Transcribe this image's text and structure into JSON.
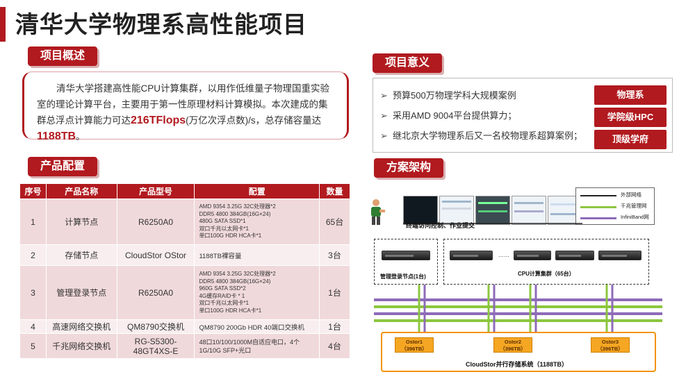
{
  "page": {
    "title": "清华大学物理系高性能项目"
  },
  "overview": {
    "tab": "项目概述",
    "text_before": "清华大学搭建高性能CPU计算集群，以用作低维量子物理国重实验室的理论计算平台，主要用于第一性原理材料计算模拟。本次建成的集群总浮点计算能力可达",
    "highlight_flops": "216TFlops",
    "text_middle": "(万亿次浮点数)/s，总存储容量达",
    "highlight_storage": "1188TB",
    "text_after": "。"
  },
  "meaning": {
    "tab": "项目意义",
    "arrow": "➢",
    "items": [
      "预算500万物理学科大规模案例",
      "采用AMD 9004平台提供算力；",
      "继北京大学物理系后又一名校物理系超算案例；"
    ],
    "tags": [
      "物理系",
      "学院级HPC",
      "顶级学府"
    ]
  },
  "product": {
    "tab": "产品配置",
    "headers": [
      "序号",
      "产品名称",
      "产品型号",
      "配置",
      "数量"
    ],
    "rows": [
      {
        "no": "1",
        "name": "计算节点",
        "model": "R6250A0",
        "config": [
          "AMD 9354 3.25G  32C处理器*2",
          "DDR5 4800 384GB(16G×24)",
          "480G SATA SSD*1",
          "双口千兆以太网卡*1",
          "单口100G HDR HCA卡*1"
        ],
        "qty": "65台"
      },
      {
        "no": "2",
        "name": "存储节点",
        "model": "CloudStor OStor",
        "config": [
          "1188TB裸容量"
        ],
        "qty": "3台"
      },
      {
        "no": "3",
        "name": "管理登录节点",
        "model": "R6250A0",
        "config": [
          "AMD 9354 3.25G  32C处理器*2",
          "DDR5 4800 384GB(16G×24)",
          "960G SATA SSD*2",
          "4G缓存RAID卡 * 1",
          "双口千兆以太网卡*1",
          "单口100G HDR HCA卡*1"
        ],
        "qty": "1台"
      },
      {
        "no": "4",
        "name": "高速网络交换机",
        "model": "QM8790交换机",
        "config": [
          "QM8790 200Gb HDR 40端口交换机"
        ],
        "qty": "1台"
      },
      {
        "no": "5",
        "name": "千兆网络交换机",
        "model": "RG-S5300-48GT4XS-E",
        "config": [
          "48口10/100/1000M自适应电口，4个",
          "1G/10G SFP+光口"
        ],
        "qty": "4台"
      }
    ]
  },
  "architecture": {
    "tab": "方案架构",
    "legend": [
      {
        "label": "外部网络",
        "color": "#222222"
      },
      {
        "label": "千兆管理网",
        "color": "#8dc63f"
      },
      {
        "label": "InfiniBand网",
        "color": "#8e6bb8"
      }
    ],
    "control_label": "终端访问控制、作业提交",
    "login_label": "管理登录节点(1台)",
    "cpu_label": "CPU计算集群（65台）",
    "ellipsis": "……",
    "storage_label": "CloudStor并行存储系统（1188TB）",
    "ostors": [
      {
        "name": "Ostor1",
        "cap": "（396TB）"
      },
      {
        "name": "Ostor2",
        "cap": "（396TB）"
      },
      {
        "name": "Ostor3",
        "cap": "（396TB）"
      }
    ]
  },
  "colors": {
    "accent": "#b11a1f",
    "storage_orange": "#f39200",
    "green": "#8dc63f",
    "purple": "#8e6bb8"
  }
}
